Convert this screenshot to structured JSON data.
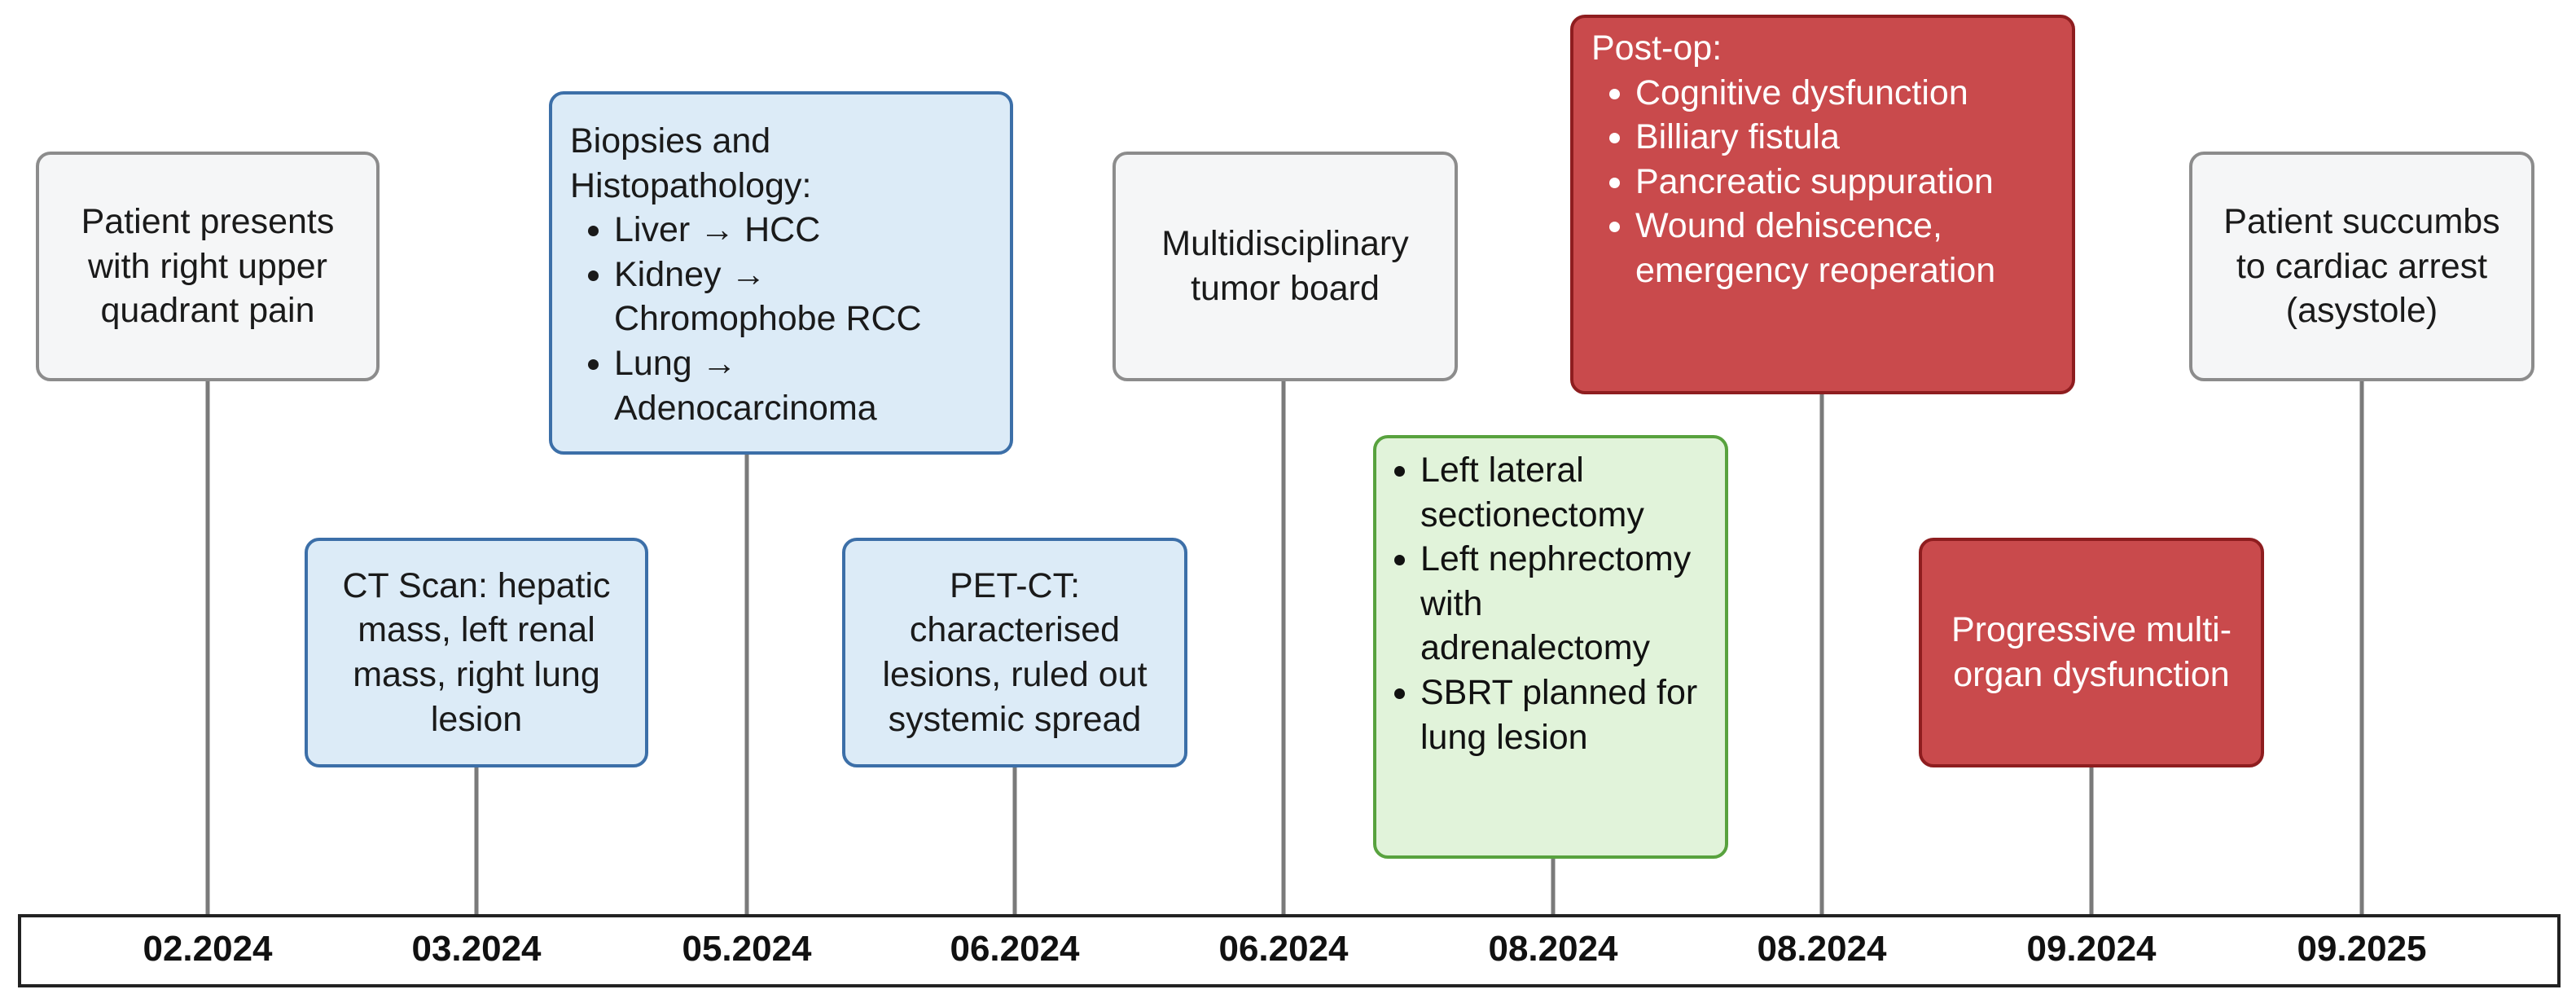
{
  "events": [
    {
      "id": "e1",
      "date": "02.2024",
      "text": "Patient presents with right upper quadrant pain"
    },
    {
      "id": "e2",
      "date": "03.2024",
      "text": "CT Scan: hepatic mass, left renal mass, right lung lesion"
    },
    {
      "id": "e3",
      "date": "05.2024",
      "heading": "Biopsies and Histopathology:",
      "items": [
        "Liver → HCC",
        "Kidney → Chromophobe RCC",
        "Lung → Adenocarcinoma"
      ]
    },
    {
      "id": "e4",
      "date": "06.2024",
      "text": "PET-CT: characterised lesions, ruled out systemic spread"
    },
    {
      "id": "e5",
      "date": "06.2024",
      "text": "Multidisciplinary tumor board"
    },
    {
      "id": "e6",
      "date": "08.2024",
      "items": [
        "Left lateral sectionectomy",
        "Left nephrectomy with adrenalectomy",
        "SBRT planned for lung lesion"
      ]
    },
    {
      "id": "e7",
      "date": "08.2024",
      "heading": "Post-op:",
      "items": [
        "Cognitive dysfunction",
        "Billiary fistula",
        "Pancreatic suppuration",
        "Wound dehiscence, emergency reoperation"
      ]
    },
    {
      "id": "e8",
      "date": "09.2024",
      "text": "Progressive multi-organ dysfunction"
    },
    {
      "id": "e9",
      "date": "09.2025",
      "text": "Patient succumbs to cardiac arrest (asystole)"
    }
  ],
  "colors": {
    "neutral_fill": "#f5f6f7",
    "neutral_border": "#8c8c8c",
    "diagnostic_fill": "#dcebf7",
    "diagnostic_border": "#3c6fa8",
    "treatment_fill": "#e1f3da",
    "treatment_border": "#58a23e",
    "complication_fill": "#c94a4c",
    "complication_border": "#8e1d1f",
    "connector": "#7a7a7a"
  }
}
